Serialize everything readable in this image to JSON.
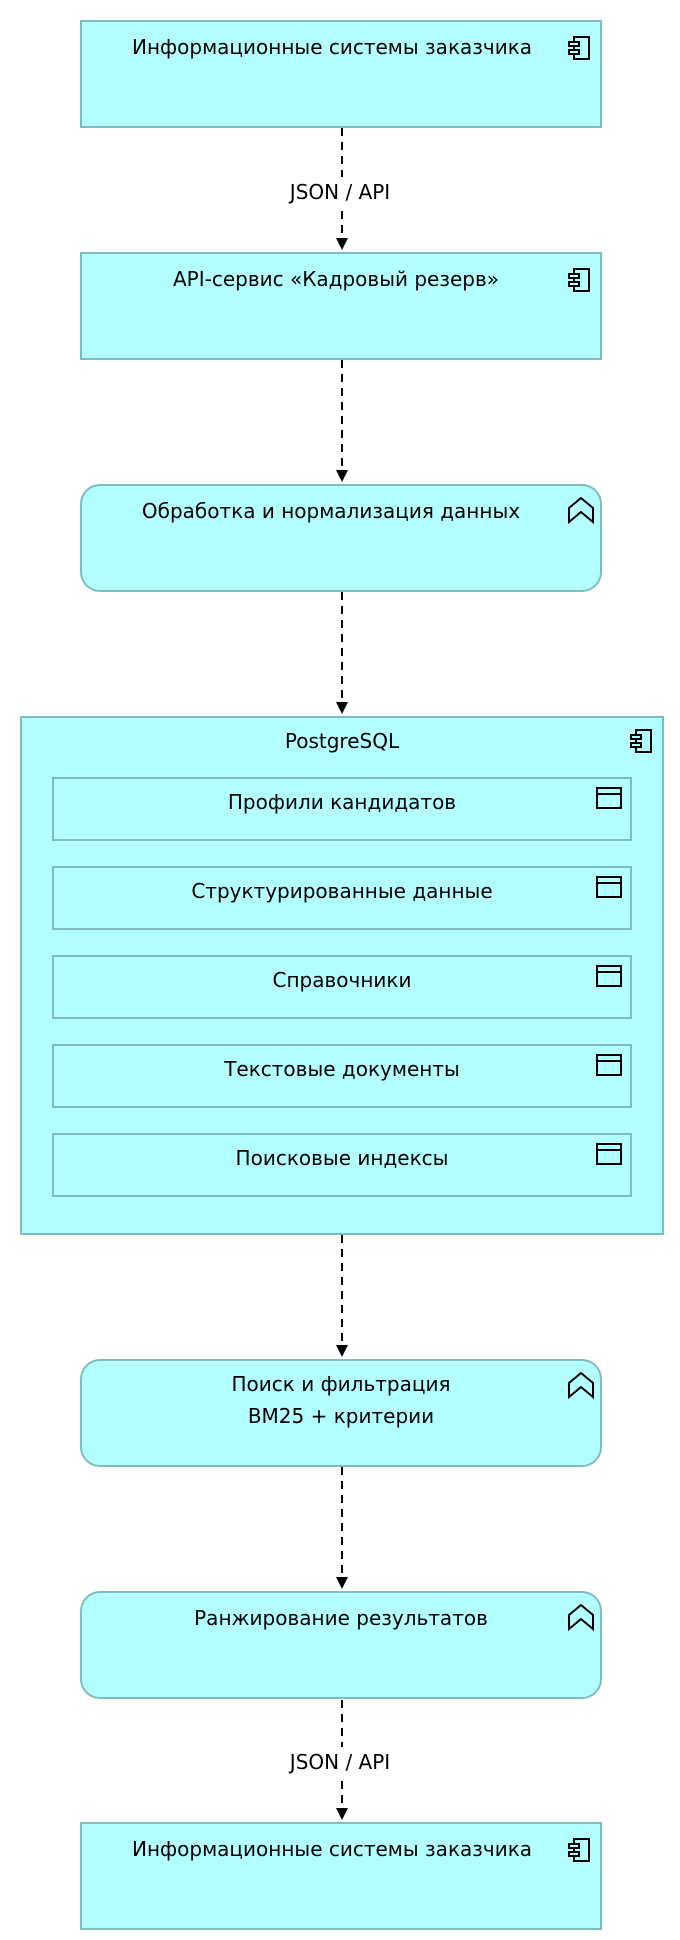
{
  "colors": {
    "fill": "#b3ffff",
    "border": "#7fbcbc",
    "line": "#000000"
  },
  "nodes": {
    "client_top": {
      "label": "Информационные системы заказчика",
      "icon": "component-icon"
    },
    "api_service": {
      "label": "API-сервис «Кадровый резерв»",
      "icon": "component-icon"
    },
    "normalization": {
      "label": "Обработка и нормализация данных",
      "icon": "process-icon"
    },
    "postgres": {
      "label": "PostgreSQL",
      "icon": "component-icon",
      "tables": [
        {
          "label": "Профили кандидатов",
          "icon": "table-icon"
        },
        {
          "label": "Структурированные данные",
          "icon": "table-icon"
        },
        {
          "label": "Справочники",
          "icon": "table-icon"
        },
        {
          "label": "Текстовые документы",
          "icon": "table-icon"
        },
        {
          "label": "Поисковые индексы",
          "icon": "table-icon"
        }
      ]
    },
    "search": {
      "label_line1": "Поиск и фильтрация",
      "label_line2": "BM25 + критерии",
      "icon": "process-icon"
    },
    "ranking": {
      "label": "Ранжирование результатов",
      "icon": "process-icon"
    },
    "client_bottom": {
      "label": "Информационные системы заказчика",
      "icon": "component-icon"
    }
  },
  "edges": {
    "top_label": "JSON / API",
    "bottom_label": "JSON / API"
  }
}
